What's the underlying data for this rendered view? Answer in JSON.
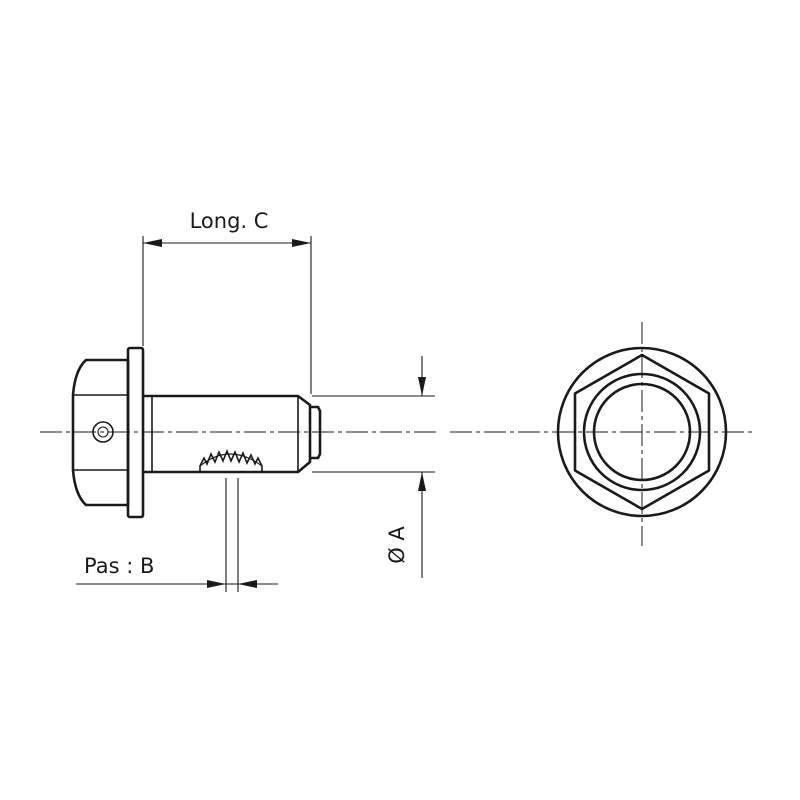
{
  "labels": {
    "length": "Long. C",
    "pitch": "Pas : B",
    "diameter": "Ø A"
  },
  "colors": {
    "line": "#1a1a1a",
    "background": "#ffffff"
  }
}
